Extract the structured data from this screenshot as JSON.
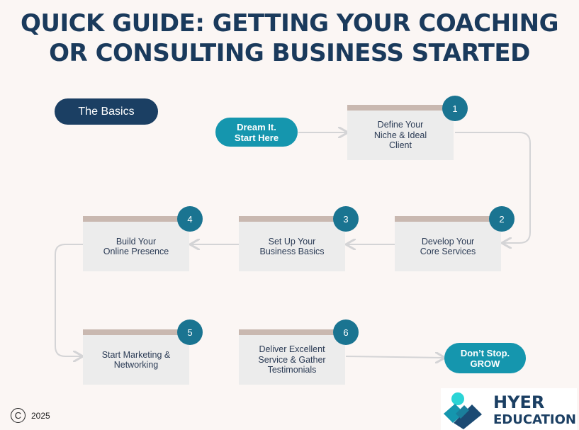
{
  "title": {
    "line1": "QUICK GUIDE: GETTING YOUR COACHING",
    "line2": "OR CONSULTING BUSINESS STARTED"
  },
  "section_label": "The Basics",
  "start_pill": "Dream It.\nStart Here",
  "end_pill": "Don’t Stop.\nGROW",
  "steps": [
    {
      "number": "1",
      "label": "Define Your\nNiche & Ideal\nClient"
    },
    {
      "number": "2",
      "label": "Develop Your\nCore Services"
    },
    {
      "number": "3",
      "label": "Set Up Your\nBusiness Basics"
    },
    {
      "number": "4",
      "label": "Build Your\nOnline Presence"
    },
    {
      "number": "5",
      "label": "Start Marketing &\nNetworking"
    },
    {
      "number": "6",
      "label": "Deliver Excellent\nService & Gather\nTestimonials"
    }
  ],
  "footer": {
    "copyright_symbol": "C",
    "year": "2025"
  },
  "logo": {
    "line1": "HYER",
    "line2": "EDUCATION"
  },
  "colors": {
    "title": "#1a3a5c",
    "basics_pill": "#1b3f63",
    "teal_pill": "#1596ae",
    "step_number": "#1a7491",
    "step_box": "#ececec",
    "step_top_bar": "#c9b8b0",
    "connector": "#d4d4d6"
  }
}
